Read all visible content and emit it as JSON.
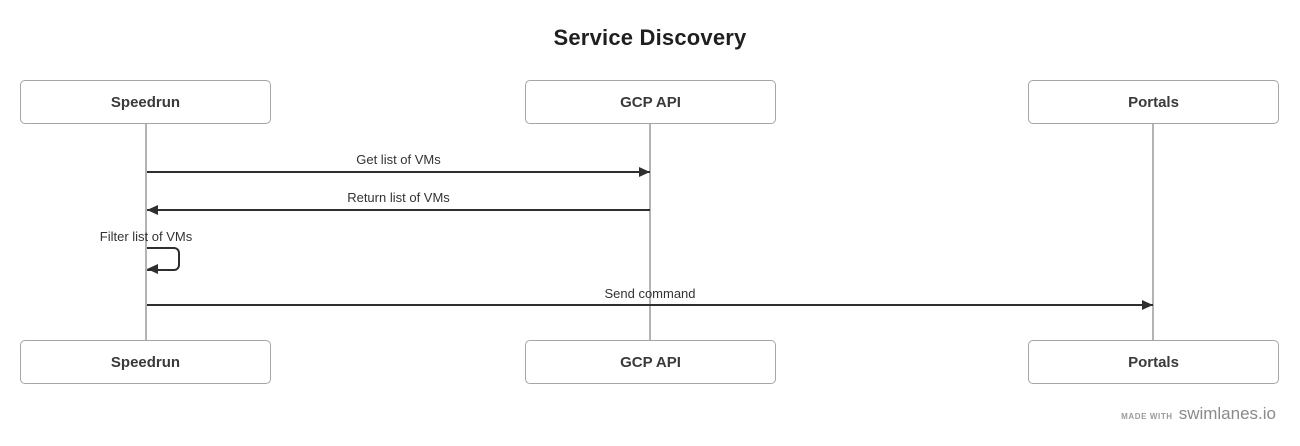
{
  "title": "Service Discovery",
  "actors": [
    {
      "name": "Speedrun"
    },
    {
      "name": "GCP API"
    },
    {
      "name": "Portals"
    }
  ],
  "messages": [
    {
      "label": "Get list of VMs",
      "from": "Speedrun",
      "to": "GCP API",
      "direction": "right"
    },
    {
      "label": "Return list of VMs",
      "from": "GCP API",
      "to": "Speedrun",
      "direction": "left"
    },
    {
      "label": "Filter list of VMs",
      "from": "Speedrun",
      "to": "Speedrun",
      "direction": "self"
    },
    {
      "label": "Send command",
      "from": "Speedrun",
      "to": "Portals",
      "direction": "right"
    }
  ],
  "footer": {
    "made_with": "MADE WITH",
    "brand": "swimlanes.io"
  },
  "colors": {
    "arrow": "#2e2e2e",
    "box_border": "#a6a6a6",
    "lifeline": "#b3b3b3",
    "text": "#333333",
    "footer_text": "#8a8a8a"
  }
}
